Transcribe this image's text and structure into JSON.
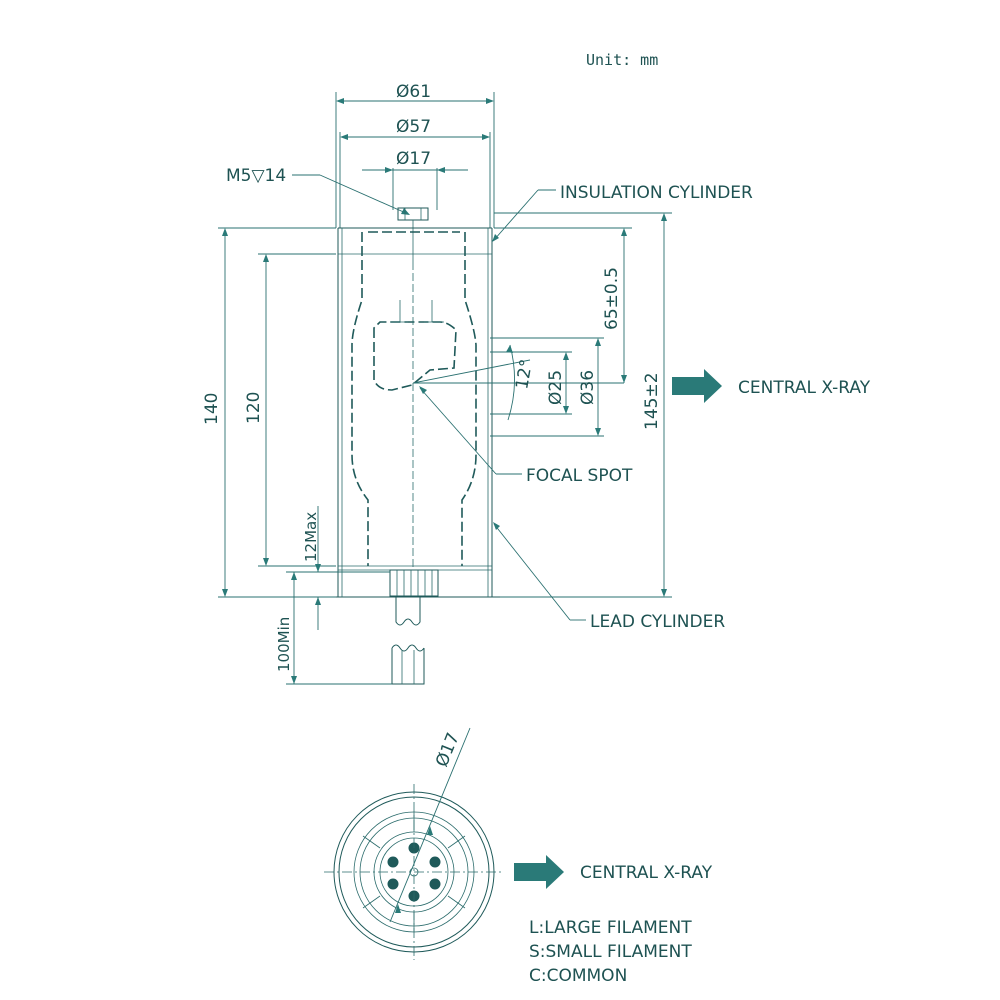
{
  "unit_label": "Unit:  mm",
  "dimensions": {
    "d61": "Ø61",
    "d57": "Ø57",
    "d17_top": "Ø17",
    "m5": "M5▽14",
    "h140": "140",
    "h120": "120",
    "h65": "65±0.5",
    "h145": "145±2",
    "angle12": "12°",
    "d25": "Ø25",
    "d36": "Ø36",
    "max12": "12Max",
    "min100": "100Min",
    "d17_bottom": "Ø17"
  },
  "callouts": {
    "insulation_cylinder": "INSULATION CYLINDER",
    "lead_cylinder": "LEAD CYLINDER",
    "focal_spot": "FOCAL SPOT",
    "central_xray_side": "CENTRAL X-RAY",
    "central_xray_bottom": "CENTRAL X-RAY"
  },
  "legend": {
    "large": "L:LARGE FILAMENT",
    "small": "S:SMALL FILAMENT",
    "common": "C:COMMON"
  },
  "colors": {
    "line": "#1f5a5a",
    "text": "#1e5252",
    "arrow": "#2a7a78"
  }
}
